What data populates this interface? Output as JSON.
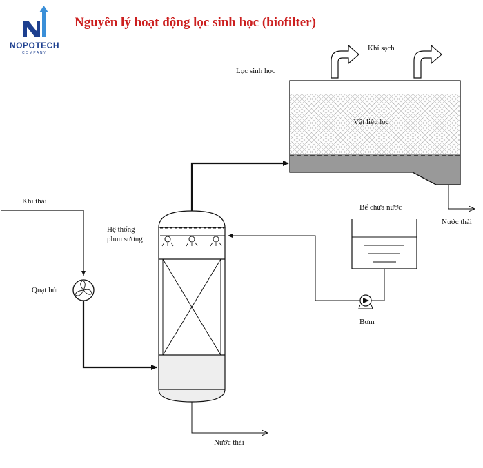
{
  "title": "Nguyên lý hoạt động lọc sinh học (biofilter)",
  "logo": {
    "name": "NOPOTECH",
    "subtitle": "COMPANY"
  },
  "colors": {
    "title": "#cc1f1f",
    "brand_blue": "#1d3f8f",
    "brand_light": "#3a8fd8",
    "line": "#111111",
    "tank_fill": "#eeeeee",
    "sludge": "#999999",
    "mesh": "#b8b8b8"
  },
  "labels": {
    "clean_air": "Khí sạch",
    "biofilter": "Lọc sinh học",
    "media": "Vật liệu lọc",
    "exhaust_gas": "Khí thải",
    "spray_line1": "Hệ thống",
    "spray_line2": "phun sương",
    "fan": "Quạt hút",
    "water_tank": "Bể chứa nước",
    "pump": "Bơm",
    "wastewater_top": "Nước thải",
    "wastewater_bottom": "Nước thải"
  }
}
